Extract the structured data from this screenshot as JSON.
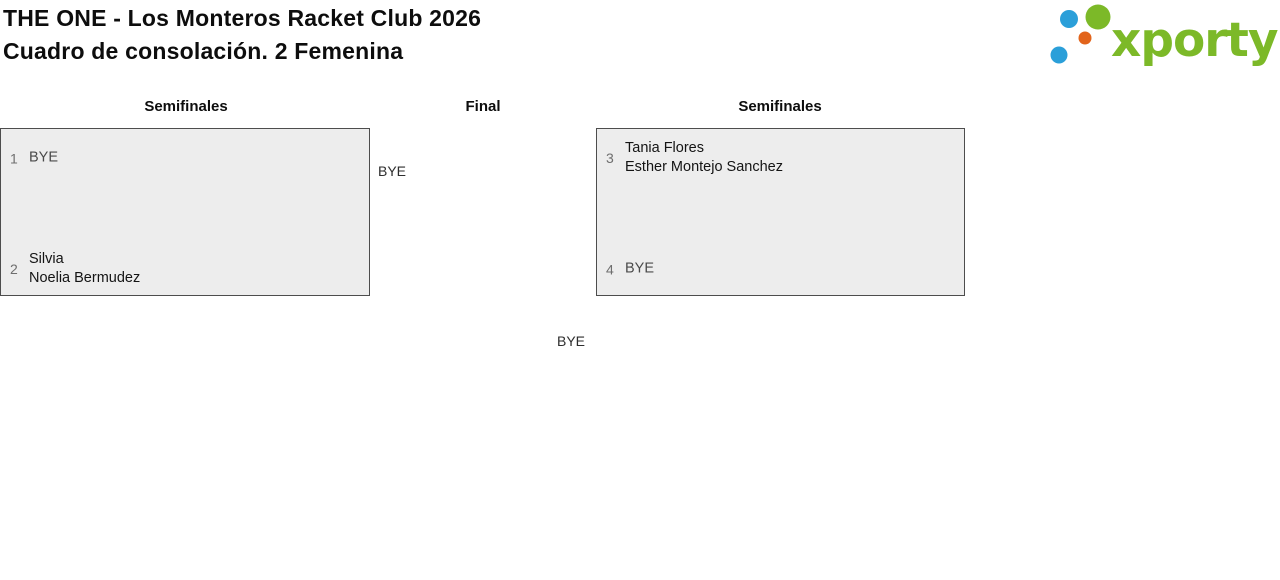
{
  "header": {
    "title_line1": "THE ONE - Los Monteros Racket Club 2026",
    "title_line2": "Cuadro de consolación. 2 Femenina",
    "logo_text": "xporty"
  },
  "rounds": [
    {
      "label": "Semifinales"
    },
    {
      "label": "Final"
    },
    {
      "label": "Semifinales"
    }
  ],
  "matches": [
    {
      "top": {
        "seed": "1",
        "lines": [
          "BYE",
          ""
        ]
      },
      "bottom": {
        "seed": "2",
        "lines": [
          "Silvia",
          "Noelia Bermudez"
        ]
      }
    },
    {
      "top": {
        "seed": "3",
        "lines": [
          "Tania Flores",
          "Esther Montejo Sanchez"
        ]
      },
      "bottom": {
        "seed": "4",
        "lines": [
          "BYE",
          ""
        ]
      }
    }
  ],
  "finals": [
    {
      "label": "BYE"
    },
    {
      "label": "BYE"
    }
  ],
  "colors": {
    "brand_green": "#7cb928",
    "dot_blue": "#2b9fd9",
    "dot_orange": "#e2641b"
  }
}
